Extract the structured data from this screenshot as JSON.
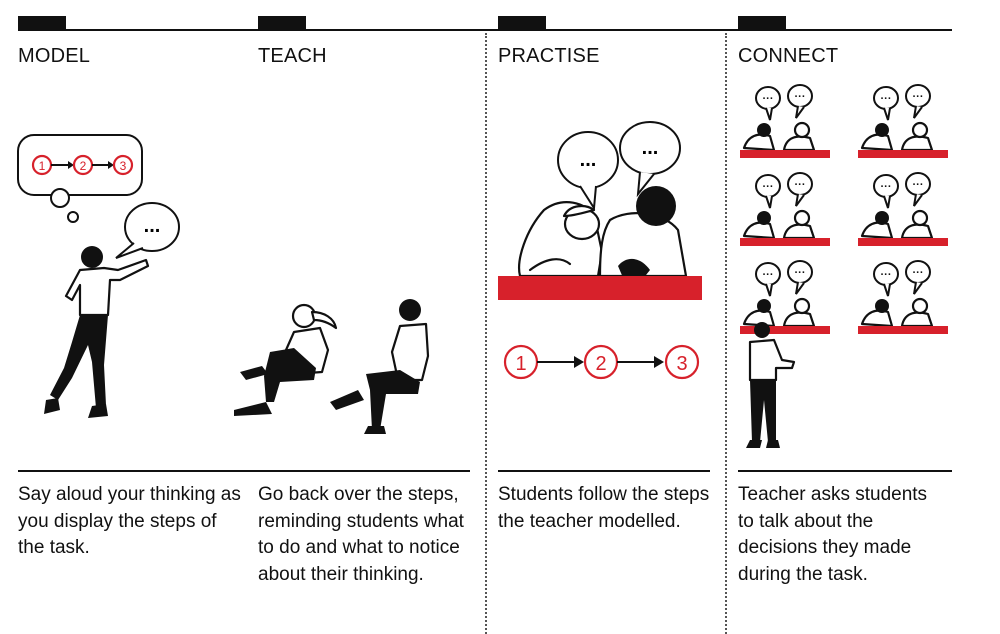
{
  "panels": [
    {
      "heading": "MODEL",
      "caption": "Say aloud your thinking as you display the steps of the task."
    },
    {
      "heading": "TEACH",
      "caption": "Go back over the steps, reminding students what to do and what to notice about their thinking."
    },
    {
      "heading": "PRACTISE",
      "caption": "Students follow the steps the teacher modelled."
    },
    {
      "heading": "CONNECT",
      "caption": "Teacher asks students to talk about the decisions they made during the task."
    }
  ],
  "steps": [
    "1",
    "2",
    "3"
  ],
  "bubble_text": "...",
  "colors": {
    "accent": "#d7212b",
    "ink": "#111111",
    "background": "#ffffff"
  }
}
